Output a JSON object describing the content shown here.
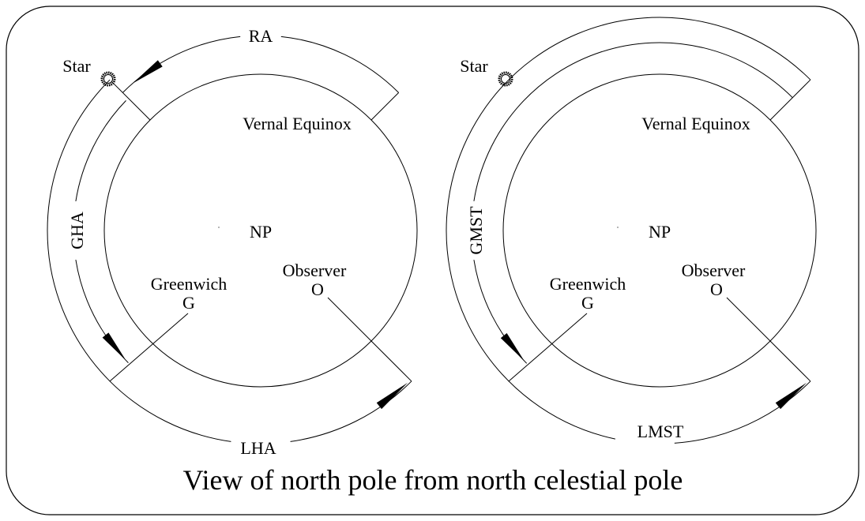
{
  "title": "View of north pole from north celestial pole",
  "left_diagram": {
    "star": "Star",
    "vernal_equinox": "Vernal Equinox",
    "np": "NP",
    "greenwich": "Greenwich",
    "g": "G",
    "observer": "Observer",
    "o": "O",
    "arc_top": "RA",
    "arc_left": "GHA",
    "arc_bottom": "LHA"
  },
  "right_diagram": {
    "star": "Star",
    "vernal_equinox": "Vernal Equinox",
    "np": "NP",
    "greenwich": "Greenwich",
    "g": "G",
    "observer": "Observer",
    "o": "O",
    "arc_left": "GMST",
    "arc_bottom": "LMST"
  },
  "colors": {
    "line": "#000000",
    "background": "#ffffff"
  }
}
